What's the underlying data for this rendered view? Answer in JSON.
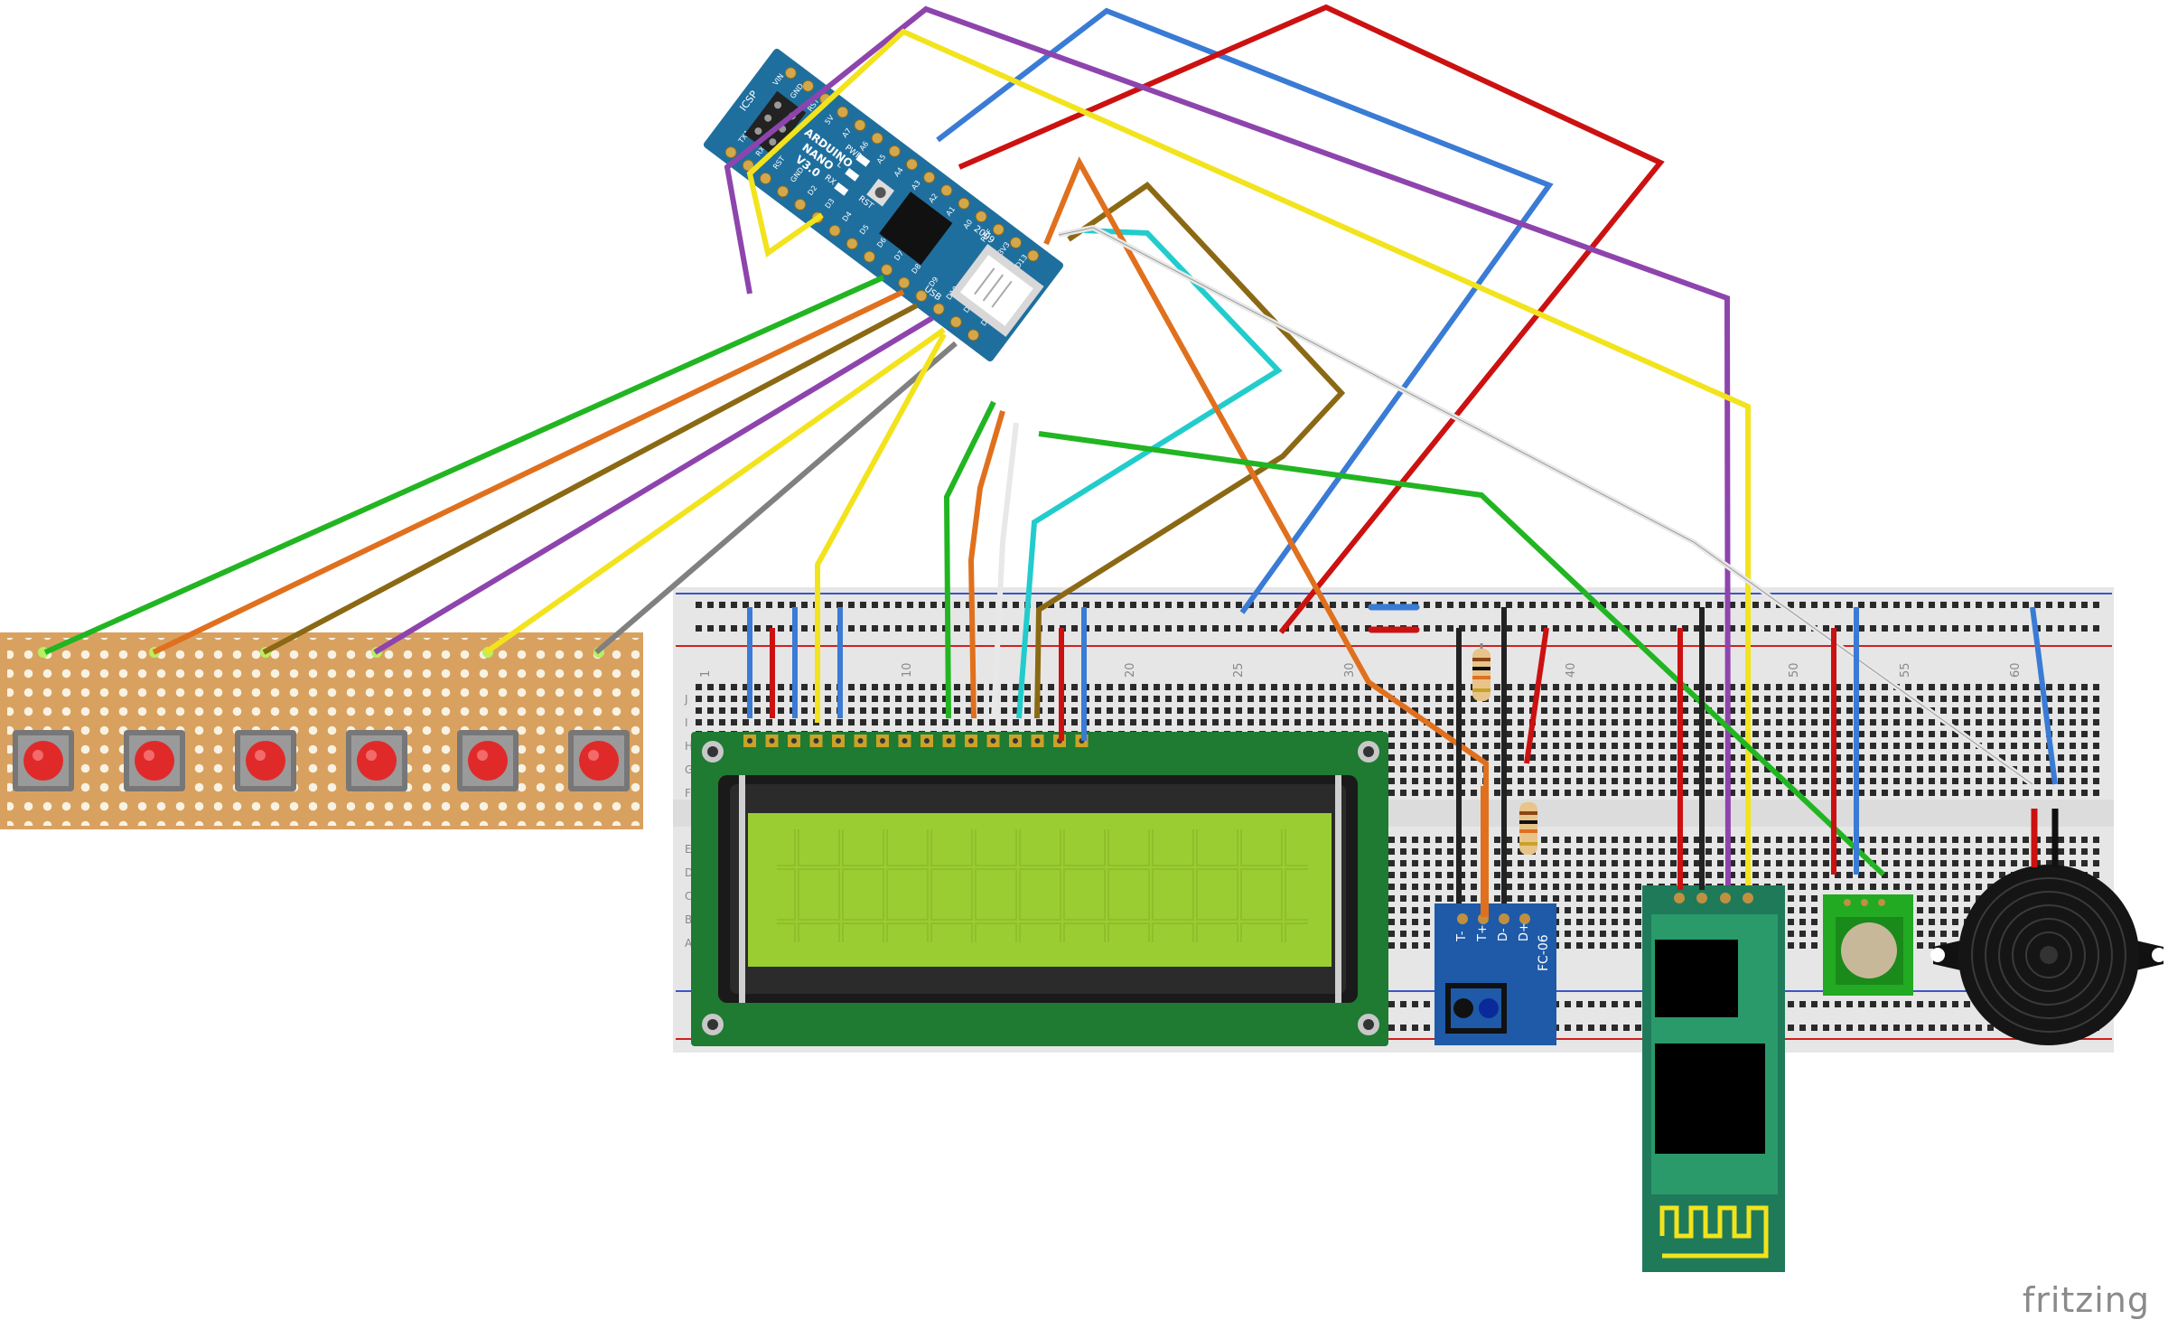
{
  "brand": "fritzing",
  "colors": {
    "wire_green": "#22b522",
    "wire_orange": "#e0701e",
    "wire_brown": "#8b6914",
    "wire_purple": "#8e44ad",
    "wire_yellow": "#f2e31d",
    "wire_gray": "#808080",
    "wire_blue": "#3a7bd5",
    "wire_red": "#cc1111",
    "wire_cyan": "#22cccc",
    "wire_white": "#e8e8e8",
    "wire_black": "#222222",
    "perfboard": "#d9a15f",
    "breadboard": "#e6e6e6",
    "lcd_pcb": "#1f7a32",
    "lcd_screen": "#9acd32",
    "nano_pcb": "#1f6f9e",
    "bt_pcb": "#1f7a5a"
  },
  "arduino": {
    "name": "ARDUINO",
    "model": "NANO",
    "version": "V3.0",
    "year": "2009",
    "usb": "USB",
    "icsp": "ICSP",
    "pins_top": [
      "VIN",
      "GND",
      "RST",
      "5V",
      "A7",
      "A6",
      "A5",
      "A4",
      "A3",
      "A2",
      "A1",
      "A0",
      "REF",
      "3V3",
      "D13"
    ],
    "pins_bottom": [
      "TX1",
      "RX0",
      "RST",
      "GND",
      "D2",
      "D3",
      "D4",
      "D5",
      "D6",
      "D7",
      "D8",
      "D9",
      "D10",
      "D11",
      "D12"
    ],
    "led_labels": [
      "PWR",
      "L",
      "RX",
      "TX"
    ],
    "reset_label": "RST"
  },
  "breadboard": {
    "col_numbers": [
      "1",
      "10",
      "20",
      "25",
      "30",
      "40",
      "50",
      "55",
      "60"
    ],
    "row_letters_top": [
      "J",
      "I",
      "H",
      "G",
      "F"
    ],
    "row_letters_bottom": [
      "E",
      "D",
      "C",
      "B",
      "A"
    ]
  },
  "temp_sensor": {
    "model": "FC-06",
    "pins": [
      "T-",
      "T+",
      "D-",
      "D+"
    ]
  },
  "button_count": 6
}
